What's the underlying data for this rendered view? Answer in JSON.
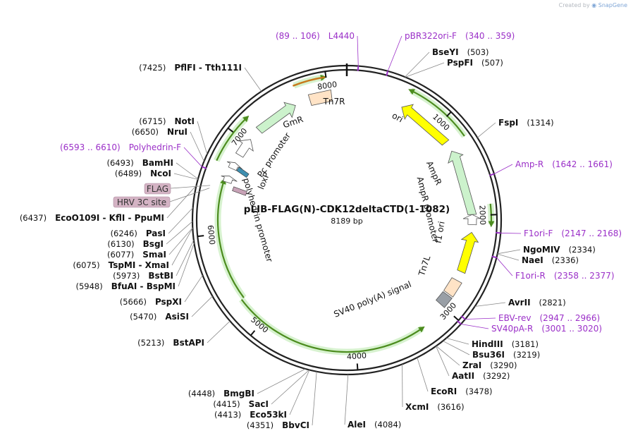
{
  "watermark": {
    "created_by": "Created by",
    "brand": "SnapGene"
  },
  "plasmid": {
    "name": "pLIB-FLAG(N)-CDK12deltaCTD(1-1082)",
    "size": "8189 bp"
  },
  "ticks": [
    {
      "label": "1000",
      "pos": 1000
    },
    {
      "label": "2000",
      "pos": 2000
    },
    {
      "label": "3000",
      "pos": 3000
    },
    {
      "label": "4000",
      "pos": 4000
    },
    {
      "label": "5000",
      "pos": 5000
    },
    {
      "label": "6000",
      "pos": 6000
    },
    {
      "label": "7000",
      "pos": 7000
    },
    {
      "label": "8000",
      "pos": 8000
    }
  ],
  "features": [
    {
      "label": "ori",
      "start": 590,
      "end": 1180,
      "color": "#ffff00",
      "dir": -1
    },
    {
      "label": "AmpR",
      "start": 1290,
      "end": 1990,
      "color": "#ccf2cc",
      "dir": -1
    },
    {
      "label": "AmpR promoter",
      "start": 1990,
      "end": 2095,
      "color": "#ffffff",
      "dir": -1
    },
    {
      "label": "f1 ori",
      "start": 2175,
      "end": 2600,
      "color": "#ffff00",
      "dir": -1
    },
    {
      "label": "Tn7L",
      "start": 2700,
      "end": 2865,
      "color": "#ffe3c6",
      "dir": 0
    },
    {
      "label": "SV40 poly(A) signal",
      "start": 2880,
      "end": 3000,
      "color": "#999fa6",
      "dir": 0
    },
    {
      "label": "polyhedrin promoter",
      "start": 6540,
      "end": 6610,
      "color": "#ffffff",
      "dir": 1
    },
    {
      "label": "loxP",
      "start": 6690,
      "end": 6760,
      "color": "#ffffff",
      "dir": 1
    },
    {
      "label": "Pc promoter",
      "start": 6850,
      "end": 7050,
      "color": "#ffffff",
      "dir": 1
    },
    {
      "label": "GmR",
      "start": 7180,
      "end": 7640,
      "color": "#ccf2cc",
      "dir": 1
    },
    {
      "label": "Tn7R",
      "start": 7800,
      "end": 8030,
      "color": "#ffe3c6",
      "dir": 0
    }
  ],
  "boxed_features": [
    {
      "label": "FLAG",
      "pos": 6465
    },
    {
      "label": "HRV 3C site",
      "pos": 6440
    }
  ],
  "enzymes": [
    {
      "name": "BseYI",
      "pos": "(503)",
      "site": 503
    },
    {
      "name": "PspFI",
      "pos": "(507)",
      "site": 507
    },
    {
      "name": "FspI",
      "pos": "(1314)",
      "site": 1314
    },
    {
      "name": "NgoMIV",
      "pos": "(2334)",
      "site": 2334
    },
    {
      "name": "NaeI",
      "pos": "(2336)",
      "site": 2336
    },
    {
      "name": "AvrII",
      "pos": "(2821)",
      "site": 2821
    },
    {
      "name": "HindIII",
      "pos": "(3181)",
      "site": 3181
    },
    {
      "name": "Bsu36I",
      "pos": "(3219)",
      "site": 3219
    },
    {
      "name": "ZraI",
      "pos": "(3290)",
      "site": 3290
    },
    {
      "name": "AatII",
      "pos": "(3292)",
      "site": 3292
    },
    {
      "name": "EcoRI",
      "pos": "(3478)",
      "site": 3478
    },
    {
      "name": "XcmI",
      "pos": "(3616)",
      "site": 3616
    },
    {
      "name": "AleI",
      "pos": "(4084)",
      "site": 4084
    },
    {
      "name": "BbvCI",
      "pos": "(4351)",
      "site": 4351
    },
    {
      "name": "Eco53kI",
      "pos": "(4413)",
      "site": 4413
    },
    {
      "name": "SacI",
      "pos": "(4415)",
      "site": 4415
    },
    {
      "name": "BmgBI",
      "pos": "(4448)",
      "site": 4448
    },
    {
      "name": "BstAPI",
      "pos": "(5213)",
      "site": 5213
    },
    {
      "name": "AsiSI",
      "pos": "(5470)",
      "site": 5470
    },
    {
      "name": "PspXI",
      "pos": "(5666)",
      "site": 5666
    },
    {
      "name": "BfuAI - BspMI",
      "pos": "(5948)",
      "site": 5948
    },
    {
      "name": "BstBI",
      "pos": "(5973)",
      "site": 5973
    },
    {
      "name": "TspMI - XmaI",
      "pos": "(6075)",
      "site": 6075
    },
    {
      "name": "SmaI",
      "pos": "(6077)",
      "site": 6077
    },
    {
      "name": "BsgI",
      "pos": "(6130)",
      "site": 6130
    },
    {
      "name": "PasI",
      "pos": "(6246)",
      "site": 6246
    },
    {
      "name": "EcoO109I - KflI - PpuMI",
      "pos": "(6437)",
      "site": 6437
    },
    {
      "name": "NcoI",
      "pos": "(6489)",
      "site": 6489
    },
    {
      "name": "BamHI",
      "pos": "(6493)",
      "site": 6493
    },
    {
      "name": "NruI",
      "pos": "(6650)",
      "site": 6650
    },
    {
      "name": "NotI",
      "pos": "(6715)",
      "site": 6715
    },
    {
      "name": "PflFI - Tth111I",
      "pos": "(7425)",
      "site": 7425
    }
  ],
  "primers": [
    {
      "name": "L4440",
      "range": "(89 .. 106)",
      "site": 97
    },
    {
      "name": "pBR322ori-F",
      "range": "(340 .. 359)",
      "site": 350
    },
    {
      "name": "Amp-R",
      "range": "(1642 .. 1661)",
      "site": 1652
    },
    {
      "name": "F1ori-F",
      "range": "(2147 .. 2168)",
      "site": 2157
    },
    {
      "name": "F1ori-R",
      "range": "(2358 .. 2377)",
      "site": 2367
    },
    {
      "name": "EBV-rev",
      "range": "(2947 .. 2966)",
      "site": 2956
    },
    {
      "name": "SV40pA-R",
      "range": "(3001 .. 3020)",
      "site": 3010
    },
    {
      "name": "Polyhedrin-F",
      "range": "(6593 .. 6610)",
      "site": 6601
    }
  ],
  "colors": {
    "backbone": "#222222",
    "primer": "#9b30c8",
    "orf": "#4c8c1e",
    "flag": "#d4b3c4"
  }
}
